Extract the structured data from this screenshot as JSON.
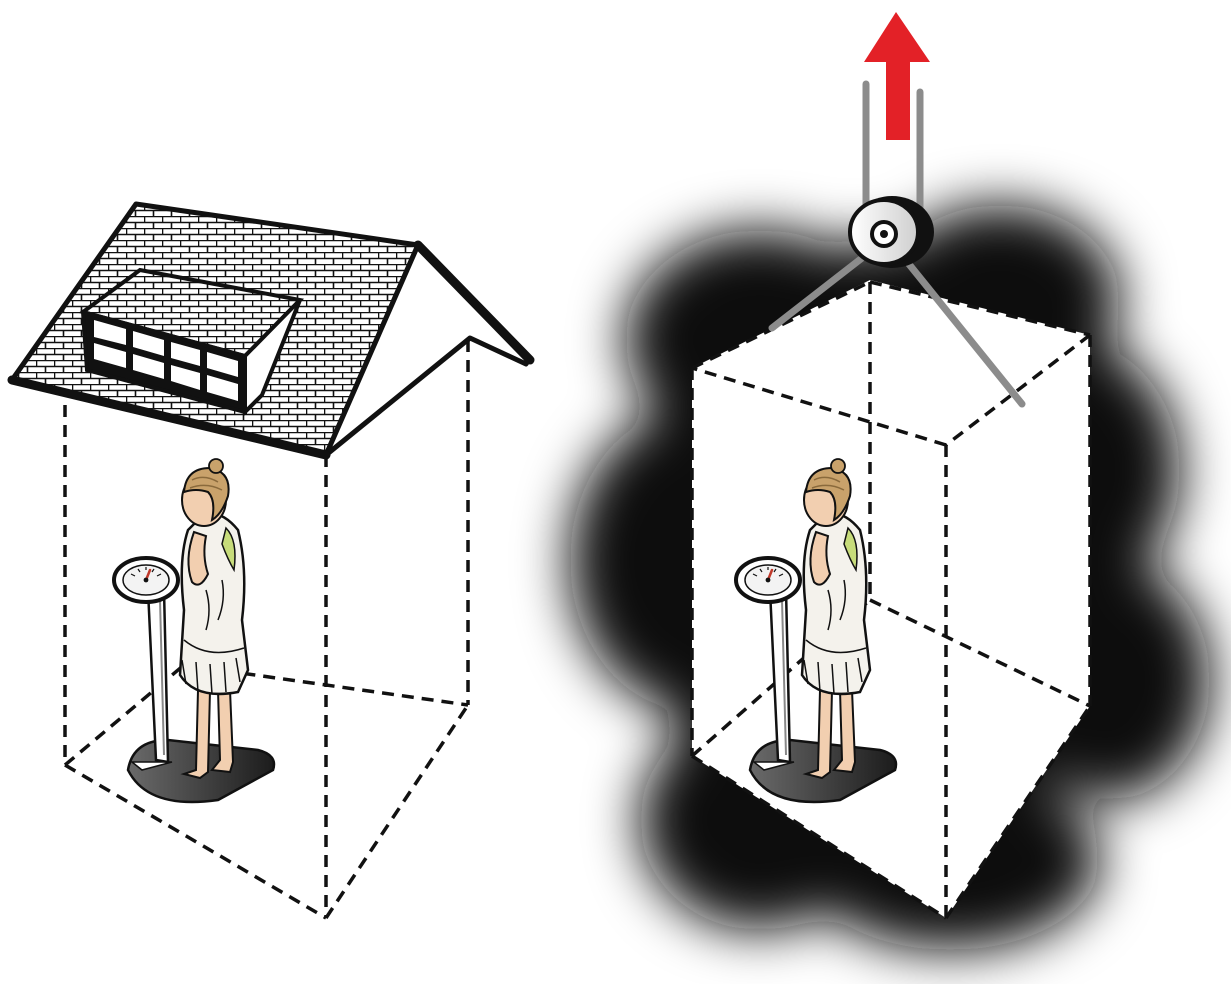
{
  "figure": {
    "panels": [
      {
        "id": "house",
        "description_icon": "house-icon",
        "contents": [
          "person-icon",
          "scale-icon"
        ]
      },
      {
        "id": "elevator",
        "description_icon": "elevator-icon",
        "contents": [
          "person-icon",
          "scale-icon"
        ],
        "motion": "up"
      }
    ],
    "colors": {
      "line": "#111111",
      "space": "#0b0b0b",
      "arrow": "#e32127",
      "cable": "#8c8c8c",
      "dress": "#f4f2ec",
      "hair": "#c9a26b",
      "skin": "#f2cfb0",
      "accent": "#c7dc7a",
      "scale_base": "#3a3a3a"
    }
  }
}
